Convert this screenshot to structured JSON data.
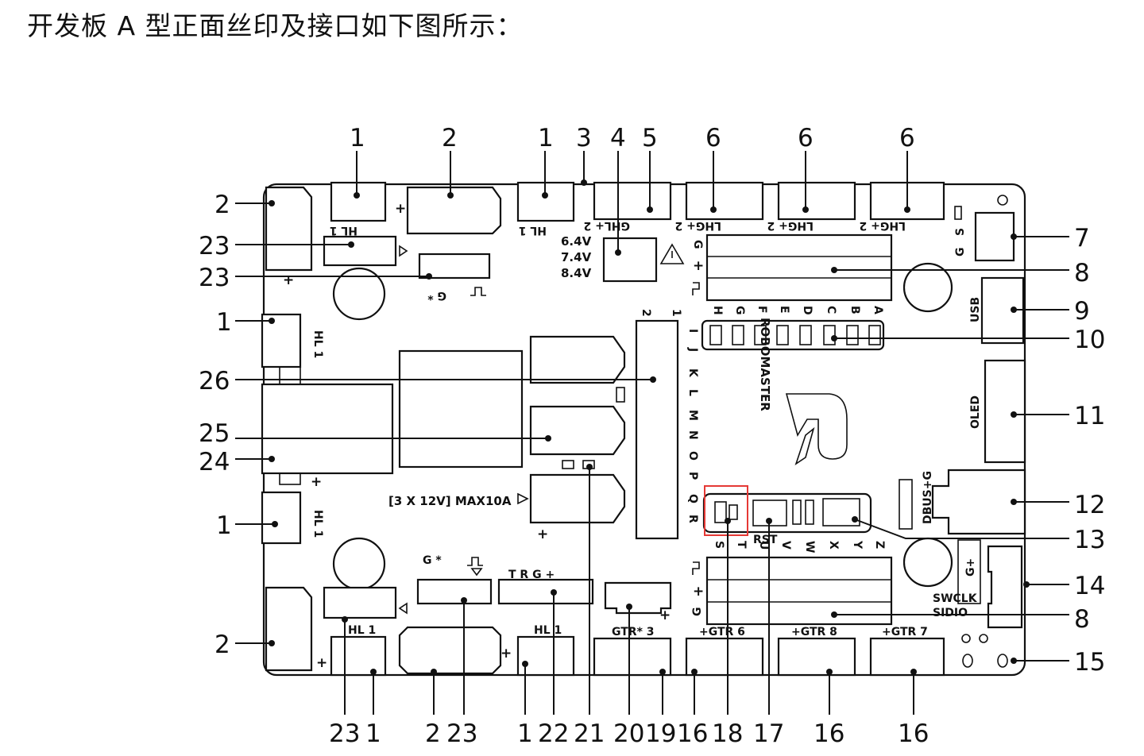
{
  "heading": "开发板 A 型正面丝印及接口如下图所示：",
  "callouts": {
    "top": [
      "1",
      "2",
      "1",
      "3",
      "4",
      "5",
      "6",
      "6",
      "6"
    ],
    "left": [
      "2",
      "23",
      "23",
      "1",
      "26",
      "25",
      "24",
      "1",
      "2"
    ],
    "right": [
      "7",
      "8",
      "9",
      "10",
      "11",
      "12",
      "13",
      "14",
      "8",
      "15"
    ],
    "bottom": [
      "23",
      "1",
      "2",
      "23",
      "1",
      "22",
      "21",
      "20",
      "19",
      "16",
      "18",
      "17",
      "16",
      "16"
    ]
  },
  "silkscreen": {
    "hl1": "HL 1",
    "ghl": "GHL+ 2",
    "lhg": "LHG+ 2",
    "voltages": [
      "6.4V",
      "7.4V",
      "8.4V"
    ],
    "warning": "⚠",
    "gs": "G S",
    "usb": "USB",
    "oled": "OLED",
    "dbus": "DBUS+G",
    "rst": "RST",
    "swclk": "SWCLK",
    "sidio": "SIDIO",
    "g_plus": "G+",
    "power": "[3 X 12V] MAX10A",
    "brand": "ROBOMASTER",
    "logo_letter": "R",
    "num_21": "21",
    "letters_top": [
      "H",
      "G",
      "F",
      "E",
      "D",
      "C",
      "B",
      "A"
    ],
    "letters_side": [
      "I",
      "J",
      "K",
      "L",
      "M",
      "N",
      "O",
      "P",
      "Q",
      "R"
    ],
    "letters_bottom": [
      "S",
      "T",
      "U",
      "V",
      "W",
      "X",
      "Y",
      "Z"
    ],
    "g_star": "G  *",
    "trg": "T  R  G  +",
    "gtr3": "GTR*  3",
    "gtr6": "+GTR  6",
    "gtr8": "+GTR  8",
    "gtr7": "+GTR  7",
    "plus": "+",
    "g_label": "G",
    "s_label": "S"
  },
  "colors": {
    "line": "#111111",
    "highlight": "#e53935",
    "background": "#ffffff"
  }
}
